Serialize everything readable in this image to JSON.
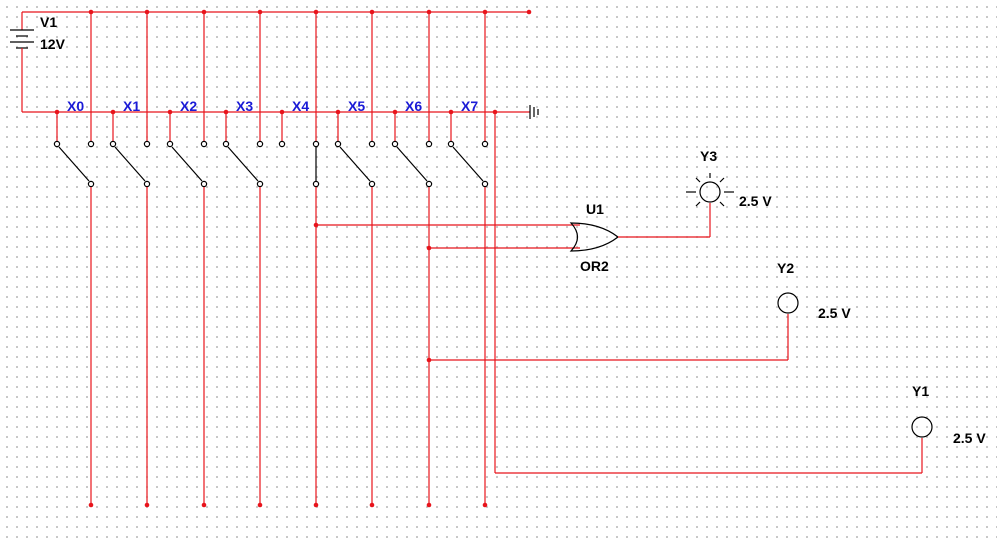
{
  "battery": {
    "name": "V1",
    "value": "12V"
  },
  "switches": [
    {
      "label": "X0",
      "position": "open"
    },
    {
      "label": "X1",
      "position": "open"
    },
    {
      "label": "X2",
      "position": "open"
    },
    {
      "label": "X3",
      "position": "open"
    },
    {
      "label": "X4",
      "position": "closed"
    },
    {
      "label": "X5",
      "position": "open"
    },
    {
      "label": "X6",
      "position": "open"
    },
    {
      "label": "X7",
      "position": "open"
    }
  ],
  "gate": {
    "name": "U1",
    "type": "OR2"
  },
  "lamps": [
    {
      "name": "Y3",
      "voltage": "2.5 V",
      "lit": true
    },
    {
      "name": "Y2",
      "voltage": "2.5 V",
      "lit": false
    },
    {
      "name": "Y1",
      "voltage": "2.5 V",
      "lit": false
    }
  ],
  "colors": {
    "wire": "#e8141c",
    "label": "#1a1ad6",
    "component": "#000000"
  }
}
